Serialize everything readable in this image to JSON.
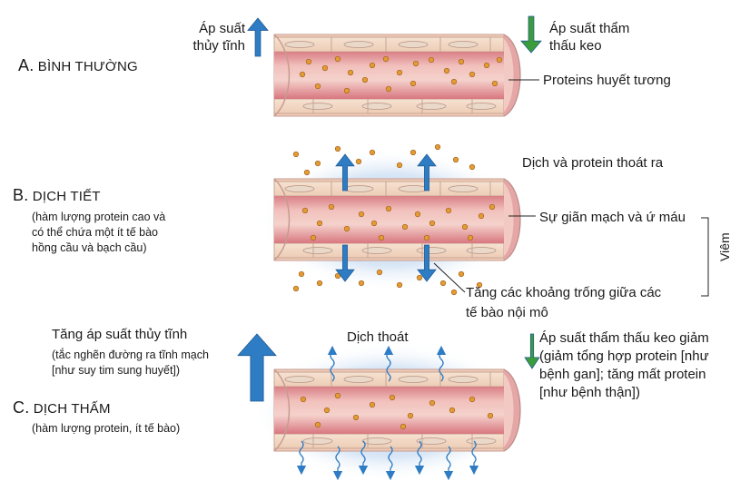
{
  "colors": {
    "pressure_up_arrow": "#2e7cc4",
    "pressure_down_arrow": "#3a9d3a",
    "fluid_arrow": "#2e7cc4",
    "protein_dot": "#e49b33",
    "vessel_lumen": "#e9a6a4",
    "vessel_wall": "#f3d7c2",
    "edema_glow": "#a9c8ea"
  },
  "panel_a": {
    "letter": "A.",
    "title": "BÌNH THƯỜNG",
    "hydrostatic_label": [
      "Áp suất",
      "thủy tĩnh"
    ],
    "oncotic_label": [
      "Áp suất thẩm",
      "thấu keo"
    ],
    "protein_label": "Proteins huyết tương"
  },
  "panel_b": {
    "letter": "B.",
    "title": "DỊCH TIẾT",
    "description": [
      "(hàm lượng protein cao và",
      "có thể chứa một ít tế bào",
      "hồng cầu và bạch cầu)"
    ],
    "escape_label": "Dịch và protein thoát ra",
    "vasodilation_label": "Sự giãn mạch và ứ máu",
    "gap_label": [
      "Tăng các khoảng trống giữa các",
      "tế bào nội mô"
    ],
    "inflammation_label": "Viêm"
  },
  "panel_c": {
    "letter": "C.",
    "title": "DỊCH THẤM",
    "description": "(hàm lượng protein, ít tế bào)",
    "hydrostatic_label": "Tăng áp suất thủy tĩnh",
    "hydrostatic_detail": [
      "(tắc nghẽn đường ra tĩnh mạch",
      "[như suy tim sung huyết])"
    ],
    "leak_label": "Dịch thoát",
    "oncotic_label": [
      "Áp suất thẩm thấu keo giảm",
      "(giảm tổng hợp protein [như",
      "bệnh gan]; tăng mất protein",
      "[như bệnh thận])"
    ]
  }
}
